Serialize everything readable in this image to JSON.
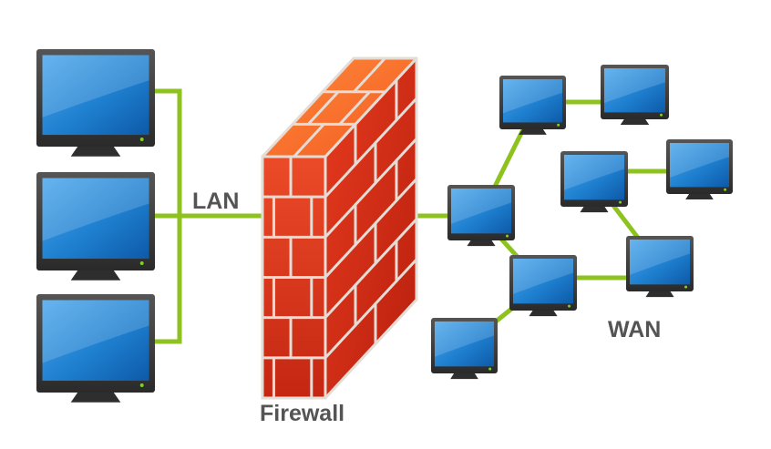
{
  "labels": {
    "lan": "LAN",
    "firewall": "Firewall",
    "wan": "WAN"
  },
  "colors": {
    "link": "#8ec21f",
    "text": "#545454",
    "screen": "#1f80d0",
    "monitor_frame": "#3a3a3a",
    "brick": "#d8321c",
    "mortar": "#e4dcd5"
  },
  "icons": {
    "lan_computer": "monitor-icon",
    "wan_computer": "monitor-icon",
    "firewall": "brick-wall-icon"
  }
}
